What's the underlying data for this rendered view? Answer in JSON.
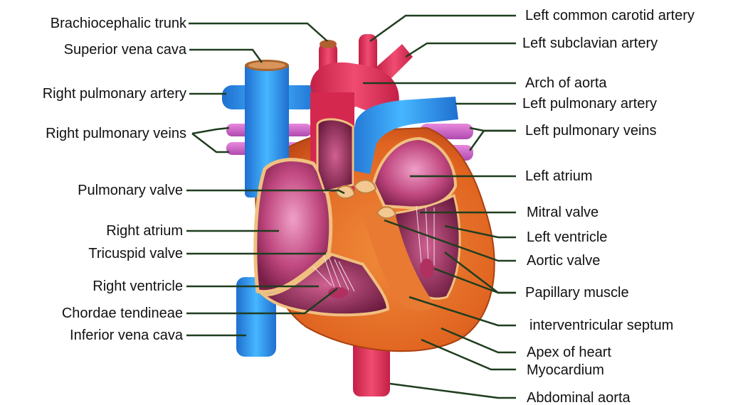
{
  "labels_left": {
    "brachiocephalic_trunk": "Brachiocephalic trunk",
    "superior_vena_cava": "Superior vena cava",
    "right_pulmonary_artery": "Right pulmonary artery",
    "right_pulmonary_veins": "Right pulmonary veins",
    "pulmonary_valve": "Pulmonary valve",
    "right_atrium": "Right atrium",
    "tricuspid_valve": "Tricuspid valve",
    "right_ventricle": "Right ventricle",
    "chordae_tendineae": "Chordae tendineae",
    "inferior_vena_cava": "Inferior vena cava"
  },
  "labels_right": {
    "left_common_carotid_artery": "Left common carotid artery",
    "left_subclavian_artery": "Left subclavian artery",
    "arch_of_aorta": "Arch of aorta",
    "left_pulmonary_artery": "Left pulmonary artery",
    "left_pulmonary_veins": "Left  pulmonary veins",
    "left_atrium": "Left atrium",
    "mitral_valve": "Mitral valve",
    "left_ventricle": "Left ventricle",
    "aortic_valve": "Aortic valve",
    "papillary_muscle": "Papillary muscle",
    "interventricular_septum": "interventricular septum",
    "apex_of_heart": "Apex of heart",
    "myocardium": "Myocardium",
    "abdominal_aorta": "Abdominal aorta"
  },
  "colors": {
    "leader_line": "#1f3d1f",
    "vein_blue": "#2f8fe0",
    "artery_red": "#e0335a",
    "pulmonary_vein_pink": "#d860c8",
    "muscle_orange": "#e8782a",
    "chamber_pink": "#c84a7a",
    "wall_tan": "#f0b878"
  }
}
